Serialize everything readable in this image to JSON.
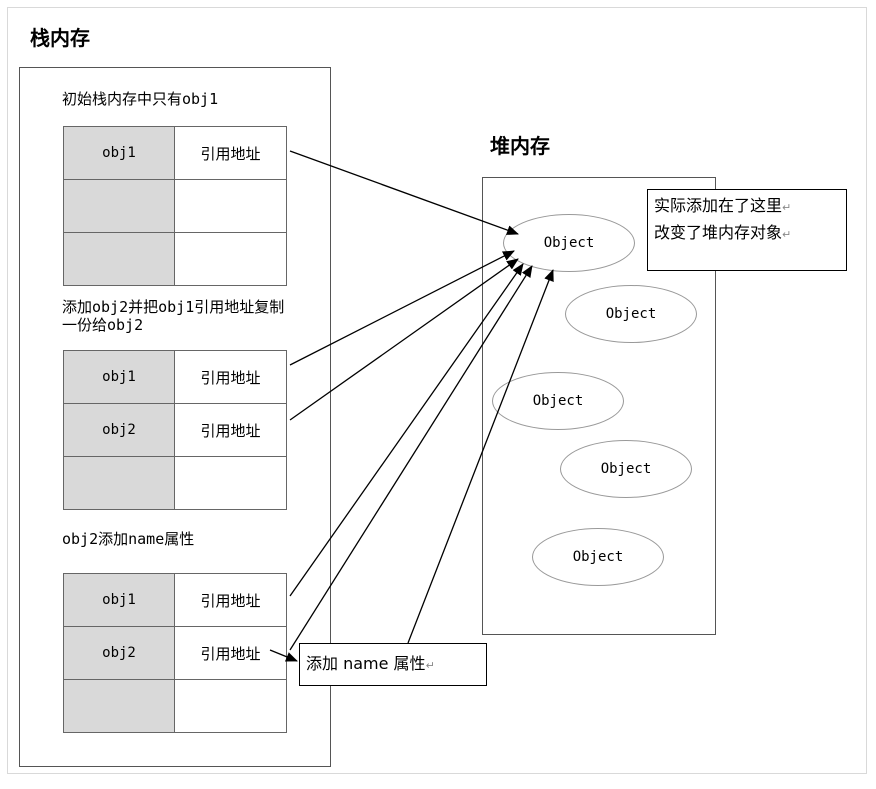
{
  "stack": {
    "title": "栈内存",
    "sections": [
      {
        "caption": "初始栈内存中只有obj1",
        "rows": [
          {
            "key": "obj1",
            "value": "引用地址"
          },
          {
            "key": "",
            "value": ""
          },
          {
            "key": "",
            "value": ""
          }
        ]
      },
      {
        "caption": "添加obj2并把obj1引用地址复制一份给obj2",
        "rows": [
          {
            "key": "obj1",
            "value": "引用地址"
          },
          {
            "key": "obj2",
            "value": "引用地址"
          },
          {
            "key": "",
            "value": ""
          }
        ]
      },
      {
        "caption": "obj2添加name属性",
        "rows": [
          {
            "key": "obj1",
            "value": "引用地址"
          },
          {
            "key": "obj2",
            "value": "引用地址"
          },
          {
            "key": "",
            "value": ""
          }
        ]
      }
    ]
  },
  "heap": {
    "title": "堆内存",
    "objects": [
      "Object",
      "Object",
      "Object",
      "Object",
      "Object"
    ]
  },
  "notes": {
    "actual_line1": "实际添加在了这里",
    "actual_line2": "改变了堆内存对象",
    "add_name": "添加 name 属性",
    "return_mark": "↵"
  },
  "colors": {
    "key_cell": "#d9d9d9",
    "border": "#555555",
    "ellipse_border": "#999999"
  }
}
